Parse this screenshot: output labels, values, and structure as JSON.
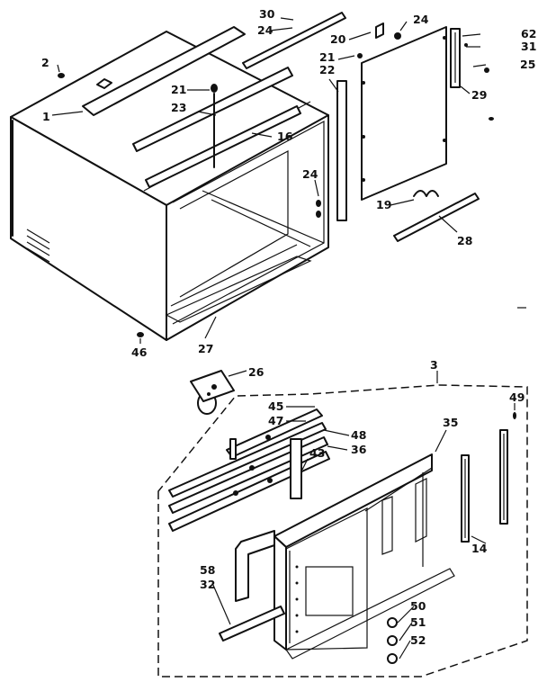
{
  "diagram": {
    "callouts": [
      {
        "id": "p30",
        "text": "30"
      },
      {
        "id": "p24a",
        "text": "24"
      },
      {
        "id": "p20",
        "text": "20"
      },
      {
        "id": "p24b",
        "text": "24"
      },
      {
        "id": "p62",
        "text": "62"
      },
      {
        "id": "p31",
        "text": "31"
      },
      {
        "id": "p2",
        "text": "2"
      },
      {
        "id": "p21a",
        "text": "21"
      },
      {
        "id": "p22",
        "text": "22"
      },
      {
        "id": "p25",
        "text": "25"
      },
      {
        "id": "p21b",
        "text": "21"
      },
      {
        "id": "p23",
        "text": "23"
      },
      {
        "id": "p1",
        "text": "1"
      },
      {
        "id": "p16",
        "text": "16"
      },
      {
        "id": "p29",
        "text": "29"
      },
      {
        "id": "p24c",
        "text": "24"
      },
      {
        "id": "p19",
        "text": "19"
      },
      {
        "id": "p28",
        "text": "28"
      },
      {
        "id": "p27",
        "text": "27"
      },
      {
        "id": "p46",
        "text": "46"
      },
      {
        "id": "p26",
        "text": "26"
      },
      {
        "id": "p3",
        "text": "3"
      },
      {
        "id": "p49",
        "text": "49"
      },
      {
        "id": "p45",
        "text": "45"
      },
      {
        "id": "p47",
        "text": "47"
      },
      {
        "id": "p35",
        "text": "35"
      },
      {
        "id": "p48",
        "text": "48"
      },
      {
        "id": "p36",
        "text": "36"
      },
      {
        "id": "p43",
        "text": "43"
      },
      {
        "id": "p14",
        "text": "14"
      },
      {
        "id": "p58",
        "text": "58"
      },
      {
        "id": "p32",
        "text": "32"
      },
      {
        "id": "p50",
        "text": "50"
      },
      {
        "id": "p51",
        "text": "51"
      },
      {
        "id": "p52",
        "text": "52"
      }
    ]
  }
}
